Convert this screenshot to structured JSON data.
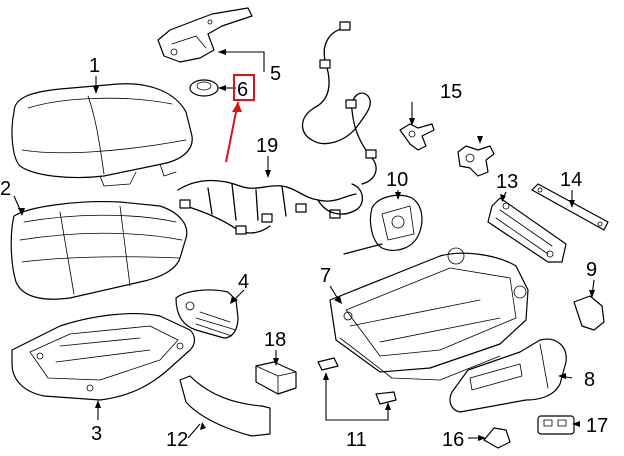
{
  "diagram": {
    "highlight_color": "#d6141c",
    "labels": {
      "p1": "1",
      "p2": "2",
      "p3": "3",
      "p4": "4",
      "p5": "5",
      "p6": "6",
      "p7": "7",
      "p8": "8",
      "p9": "9",
      "p10": "10",
      "p11": "11",
      "p12": "12",
      "p13": "13",
      "p14": "14",
      "p15": "15",
      "p16": "16",
      "p17": "17",
      "p18": "18",
      "p19": "19"
    }
  }
}
